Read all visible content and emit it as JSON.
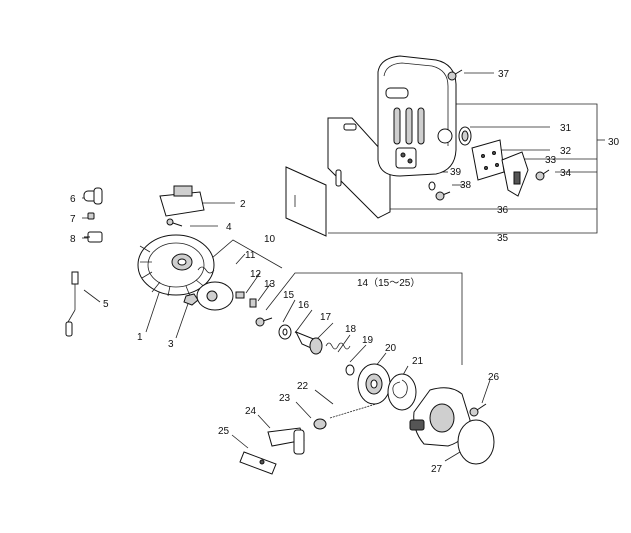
{
  "diagram": {
    "callouts": [
      {
        "id": "1",
        "text": "1"
      },
      {
        "id": "2",
        "text": "2"
      },
      {
        "id": "3",
        "text": "3"
      },
      {
        "id": "4",
        "text": "4"
      },
      {
        "id": "5",
        "text": "5"
      },
      {
        "id": "6",
        "text": "6"
      },
      {
        "id": "7",
        "text": "7"
      },
      {
        "id": "8",
        "text": "8"
      },
      {
        "id": "10",
        "text": "10"
      },
      {
        "id": "11",
        "text": "11"
      },
      {
        "id": "12",
        "text": "12"
      },
      {
        "id": "13",
        "text": "13"
      },
      {
        "id": "14",
        "text": "14（15～25）"
      },
      {
        "id": "15",
        "text": "15"
      },
      {
        "id": "16",
        "text": "16"
      },
      {
        "id": "17",
        "text": "17"
      },
      {
        "id": "18",
        "text": "18"
      },
      {
        "id": "19",
        "text": "19"
      },
      {
        "id": "20",
        "text": "20"
      },
      {
        "id": "21",
        "text": "21"
      },
      {
        "id": "22",
        "text": "22"
      },
      {
        "id": "23",
        "text": "23"
      },
      {
        "id": "24",
        "text": "24"
      },
      {
        "id": "25",
        "text": "25"
      },
      {
        "id": "26",
        "text": "26"
      },
      {
        "id": "27",
        "text": "27"
      },
      {
        "id": "30",
        "text": "30"
      },
      {
        "id": "31",
        "text": "31"
      },
      {
        "id": "32",
        "text": "32"
      },
      {
        "id": "33",
        "text": "33"
      },
      {
        "id": "34",
        "text": "34"
      },
      {
        "id": "35",
        "text": "35"
      },
      {
        "id": "36",
        "text": "36"
      },
      {
        "id": "37",
        "text": "37"
      },
      {
        "id": "38",
        "text": "38"
      },
      {
        "id": "39",
        "text": "39"
      }
    ]
  }
}
